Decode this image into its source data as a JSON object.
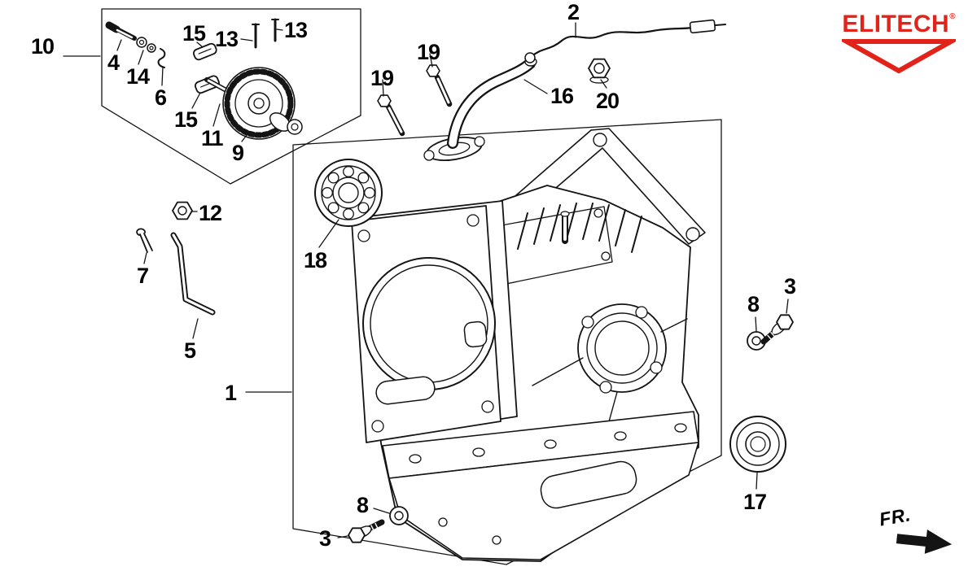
{
  "brand": {
    "name": "ELITECH",
    "registered_mark": "®",
    "color": "#e2231a"
  },
  "direction_indicator": {
    "label": "FR."
  },
  "diagram": {
    "line_color": "#141414",
    "callouts": [
      {
        "label": "10"
      },
      {
        "label": "4"
      },
      {
        "label": "14"
      },
      {
        "label": "6"
      },
      {
        "label": "15"
      },
      {
        "label": "13"
      },
      {
        "label": "13"
      },
      {
        "label": "15"
      },
      {
        "label": "11"
      },
      {
        "label": "9"
      },
      {
        "label": "2"
      },
      {
        "label": "19"
      },
      {
        "label": "19"
      },
      {
        "label": "16"
      },
      {
        "label": "20"
      },
      {
        "label": "12"
      },
      {
        "label": "18"
      },
      {
        "label": "7"
      },
      {
        "label": "5"
      },
      {
        "label": "1"
      },
      {
        "label": "8"
      },
      {
        "label": "3"
      },
      {
        "label": "8"
      },
      {
        "label": "3"
      },
      {
        "label": "17"
      }
    ]
  }
}
